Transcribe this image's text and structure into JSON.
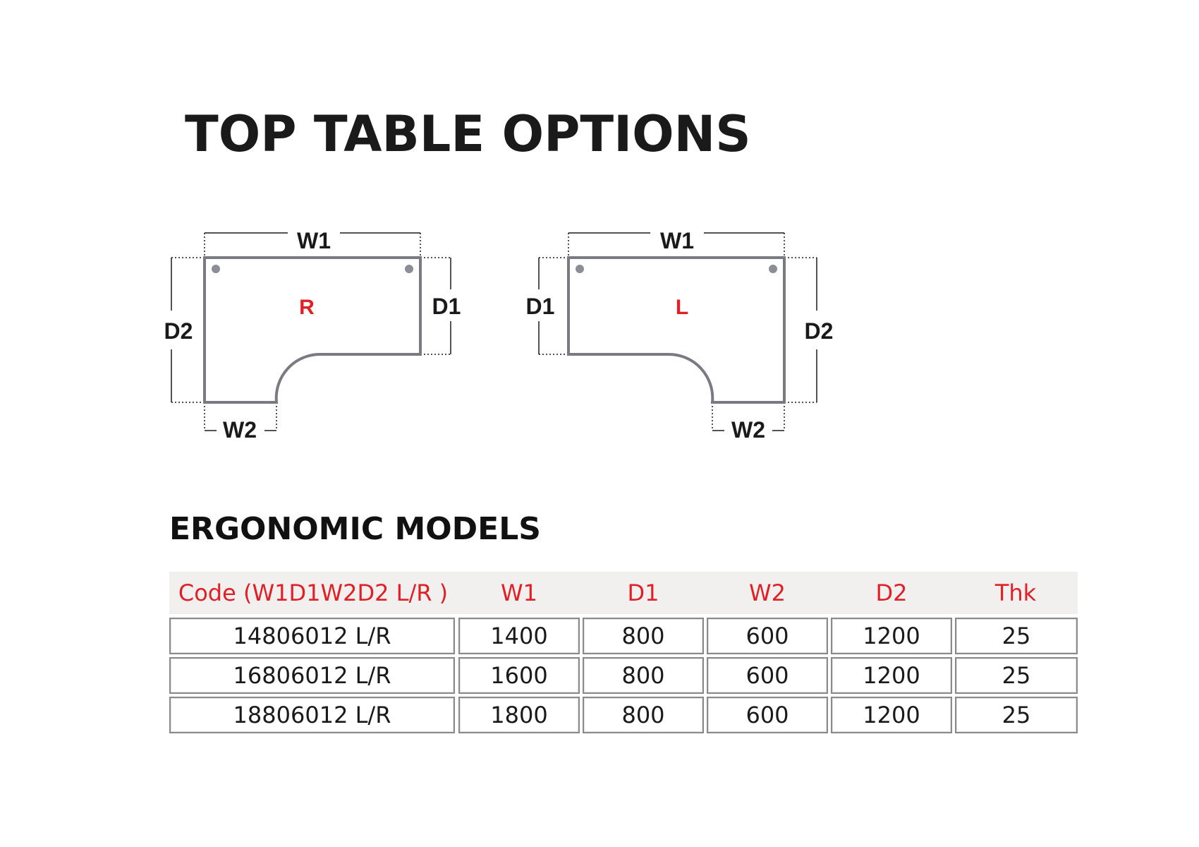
{
  "page": {
    "title": "TOP TABLE OPTIONS",
    "section_title": "ERGONOMIC MODELS"
  },
  "diagrams": {
    "right": {
      "hand": "R",
      "labels": {
        "w1": "W1",
        "d1": "D1",
        "w2": "W2",
        "d2": "D2"
      }
    },
    "left": {
      "hand": "L",
      "labels": {
        "w1": "W1",
        "d1": "D1",
        "w2": "W2",
        "d2": "D2"
      }
    }
  },
  "table": {
    "headers": [
      "Code (W1D1W2D2 L/R )",
      "W1",
      "D1",
      "W2",
      "D2",
      "Thk"
    ],
    "rows": [
      [
        "14806012 L/R",
        "1400",
        "800",
        "600",
        "1200",
        "25"
      ],
      [
        "16806012 L/R",
        "1600",
        "800",
        "600",
        "1200",
        "25"
      ],
      [
        "18806012 L/R",
        "1800",
        "800",
        "600",
        "1200",
        "25"
      ]
    ]
  },
  "colors": {
    "accent_red": "#e01f26",
    "outline_gray": "#7a7a82",
    "header_bg": "#f2f0ef"
  }
}
